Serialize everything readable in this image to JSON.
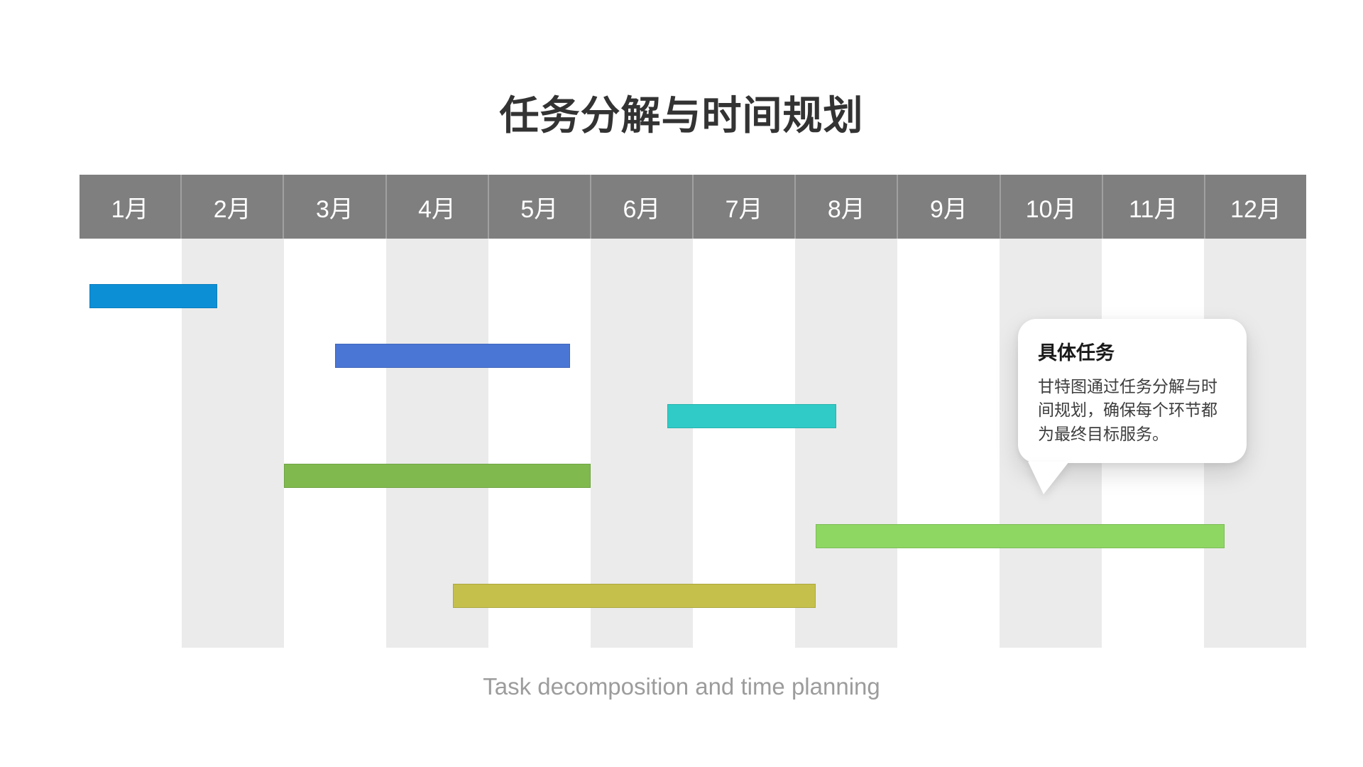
{
  "title": "任务分解与时间规划",
  "subtitle": "Task decomposition and time planning",
  "callout": {
    "title": "具体任务",
    "body": "甘特图通过任务分解与时间规划，确保每个环节都为最终目标服务。"
  },
  "colors": {
    "header_bg": "#7f7f7f",
    "header_separator": "#a0a0a0",
    "header_text": "#ffffff",
    "column_stripe": "#ebebeb",
    "title_text": "#333333",
    "subtitle_text": "#9c9c9c",
    "callout_bg": "#ffffff"
  },
  "chart_data": {
    "type": "bar",
    "variant": "gantt",
    "title": "任务分解与时间规划",
    "categories": [
      "1月",
      "2月",
      "3月",
      "4月",
      "5月",
      "6月",
      "7月",
      "8月",
      "9月",
      "10月",
      "11月",
      "12月"
    ],
    "x_scale_note": "months 0 = start of January, 12 = end of December",
    "xlim": [
      0,
      12
    ],
    "grid": "alternating column stripes on even months",
    "legend": "none",
    "tasks": [
      {
        "id": "task-1",
        "row": 1,
        "start_month": 0.1,
        "end_month": 1.35,
        "color": "#0d8fd6"
      },
      {
        "id": "task-2",
        "row": 2,
        "start_month": 2.5,
        "end_month": 4.8,
        "color": "#4a76d5"
      },
      {
        "id": "task-3",
        "row": 3,
        "start_month": 5.75,
        "end_month": 7.4,
        "color": "#30cbc6"
      },
      {
        "id": "task-4",
        "row": 4,
        "start_month": 2.0,
        "end_month": 5.0,
        "color": "#80ba4e"
      },
      {
        "id": "task-5",
        "row": 5,
        "start_month": 7.2,
        "end_month": 11.2,
        "color": "#8ed763"
      },
      {
        "id": "task-6",
        "row": 6,
        "start_month": 3.65,
        "end_month": 7.2,
        "color": "#c5c04b"
      }
    ]
  }
}
